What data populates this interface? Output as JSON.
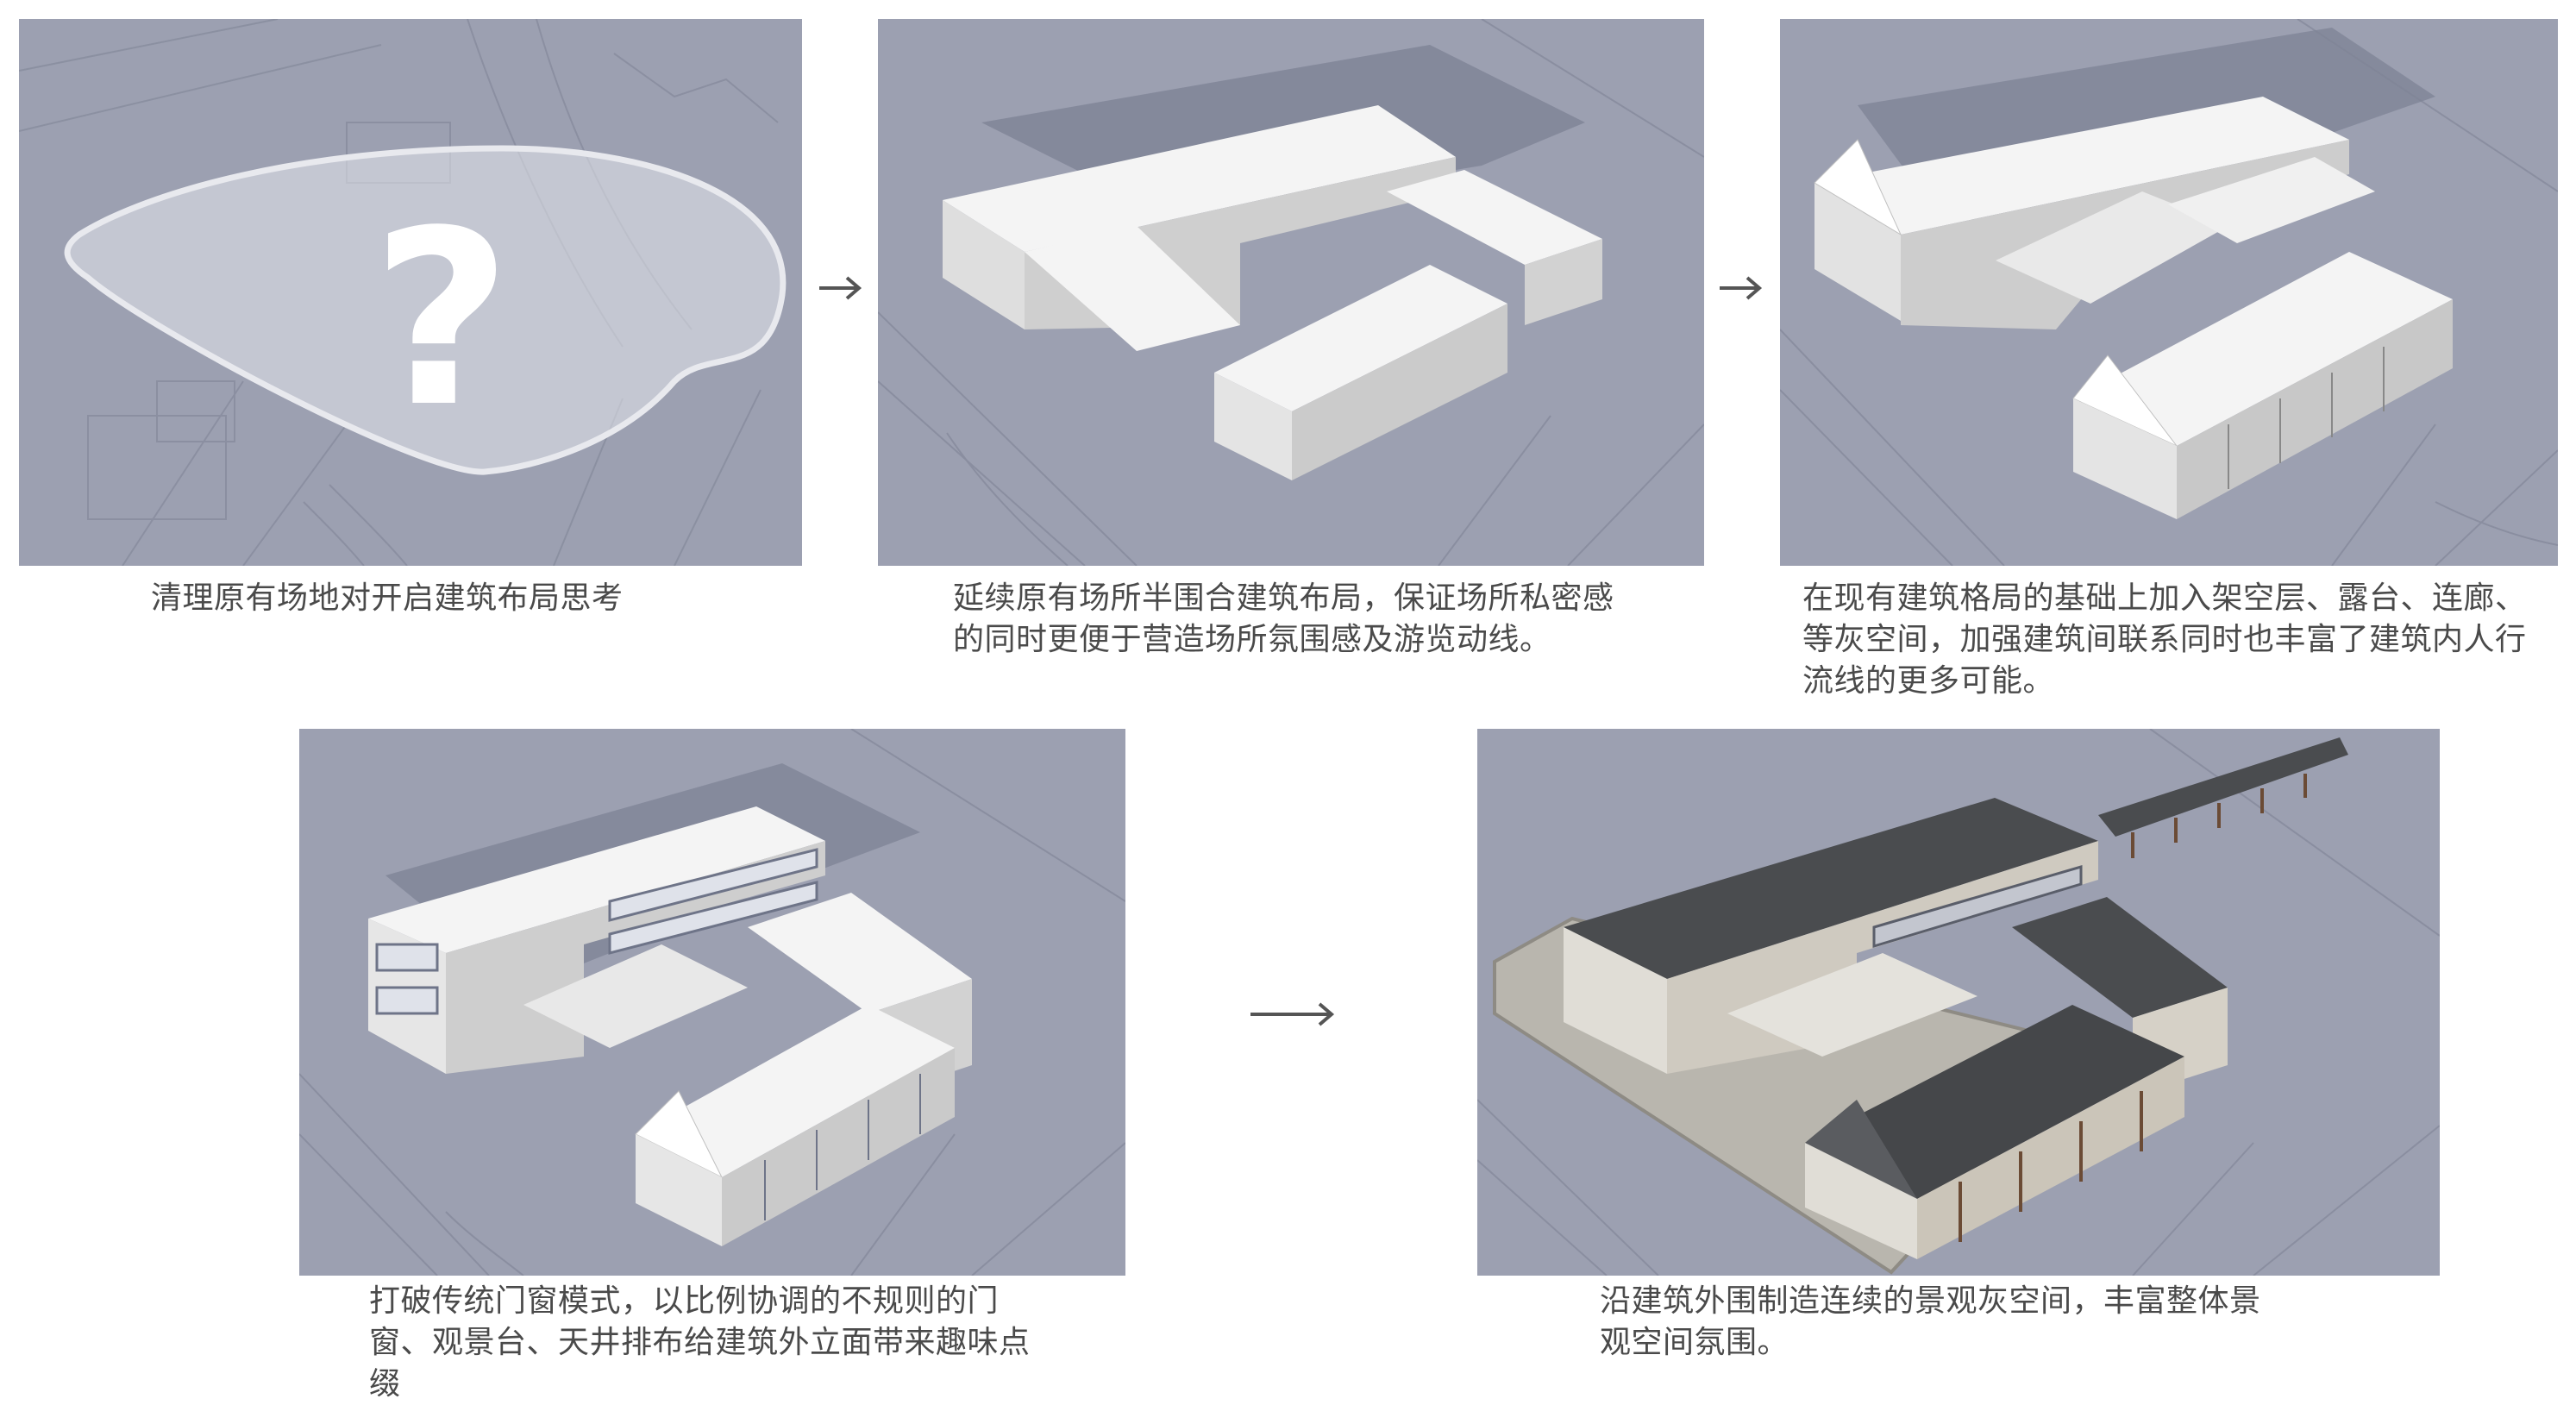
{
  "steps": [
    {
      "caption": "清理原有场地对开启建筑布局思考",
      "mark": "?"
    },
    {
      "caption": "延续原有场所半围合建筑布局，保证场所私密感的同时更便于营造场所氛围感及游览动线。"
    },
    {
      "caption": "在现有建筑格局的基础上加入架空层、露台、连廊、等灰空间，加强建筑间联系同时也丰富了建筑内人行流线的更多可能。"
    },
    {
      "caption": "打破传统门窗模式，以比例协调的不规则的门窗、观景台、天井排布给建筑外立面带来趣味点缀"
    },
    {
      "caption": "沿建筑外围制造连续的景观灰空间，丰富整体景观空间氛围。"
    }
  ],
  "colors": {
    "panel_bg": "#9ca0b1",
    "building_white": "#f2f2f2",
    "roof_dark": "#4a4c4f",
    "caption": "#4a4a4a"
  },
  "icons": [
    "arrow-right-icon",
    "arrow-right-icon",
    "arrow-right-long-icon"
  ]
}
